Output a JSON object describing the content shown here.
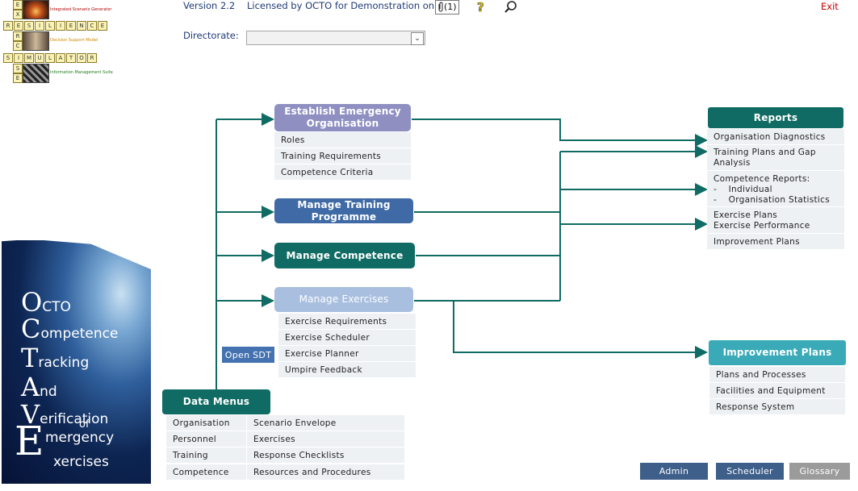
{
  "header": {
    "version": "Version 2.2",
    "license": "Licensed by OCTO for Demonstration only",
    "attachment_count": "(1)",
    "exit_label": "Exit",
    "directorate_label": "Directorate:",
    "directorate_value": ""
  },
  "logo": {
    "caption_1": "Integrated Scenario Generator",
    "caption_2": "Decision Support Model",
    "caption_3": "Information Management Suite",
    "resilience": [
      "R",
      "E",
      "S",
      "I",
      "L",
      "I",
      "E",
      "N",
      "C",
      "E"
    ],
    "simulator": [
      "S",
      "I",
      "M",
      "U",
      "L",
      "A",
      "T",
      "O",
      "R"
    ],
    "exercise_col": [
      "E",
      "X",
      "R",
      "C",
      "S",
      "E"
    ],
    "exercise_pos": [
      "E",
      "X",
      "E",
      "R",
      "C",
      "I",
      "S",
      "E"
    ]
  },
  "octave": {
    "line1_big": "O",
    "line1_rest": "CTO",
    "line2_big": "C",
    "line2_rest": "ompetence",
    "line3_big": "T",
    "line3_rest": "racking",
    "line4_big": "A",
    "line4_rest": "nd",
    "line5_big": "V",
    "line5_rest": "erification",
    "line6_rest": "of",
    "line7_big": "E",
    "line7_rest": "mergency",
    "line8_rest": "xercises"
  },
  "flow": {
    "establish": {
      "label": "Establish Emergency Organisation",
      "items": [
        "Roles",
        "Training Requirements",
        "Competence Criteria"
      ]
    },
    "training": {
      "label": "Manage Training Programme"
    },
    "competence": {
      "label": "Manage Competence"
    },
    "exercises": {
      "label": "Manage Exercises",
      "items": [
        "Exercise Requirements",
        "Exercise Scheduler",
        "Exercise Planner",
        "Umpire Feedback"
      ]
    },
    "open_sdt": "Open SDT",
    "data_menus": {
      "label": "Data Menus",
      "left": [
        "Organisation",
        "Personnel",
        "Training",
        "Competence"
      ],
      "right": [
        "Scenario Envelope",
        "Exercises",
        "Response Checklists",
        "Resources and Procedures"
      ]
    },
    "reports": {
      "label": "Reports",
      "items": [
        "Organisation Diagnostics",
        "Training Plans and Gap Analysis",
        "Competence Reports:",
        "-",
        "Individual",
        "-",
        "Organisation Statistics",
        "Exercise Plans",
        "Exercise Performance",
        "Improvement Plans"
      ]
    },
    "improvement": {
      "label": "Improvement Plans",
      "items": [
        "Plans and Processes",
        "Facilities and Equipment",
        "Response System"
      ]
    }
  },
  "footer": {
    "admin": "Admin",
    "scheduler": "Scheduler",
    "glossary": "Glossary"
  },
  "colors": {
    "teal": "#0f6b63",
    "lavender": "#8f8fc2",
    "blue": "#3f6aa6",
    "light_blue": "#a9bfe0",
    "reports": "#0f6b63",
    "improvement": "#3aaab8",
    "footer_btn": "#3e5f8a",
    "glossary": "#9b9b9b"
  }
}
